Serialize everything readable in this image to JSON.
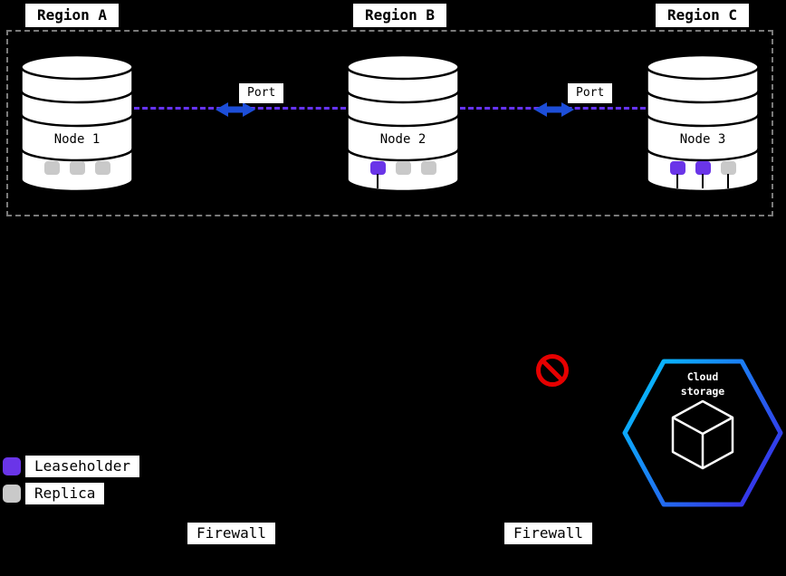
{
  "colors": {
    "background": "#000000",
    "leaseholder": "#6a35e8",
    "replica": "#c9c9c9",
    "link": "#6633ff",
    "arrow": "#1d4ed8",
    "prohibition": "#e60000",
    "boundary": "#7a7a7a",
    "hex_gradient_start": "#00ccff",
    "hex_gradient_end": "#3633e8"
  },
  "regions": [
    {
      "label": "Region A"
    },
    {
      "label": "Region B"
    },
    {
      "label": "Region C"
    }
  ],
  "nodes": [
    {
      "label": "Node 1",
      "replicas": [
        {
          "type": "replica",
          "stub": false
        },
        {
          "type": "replica",
          "stub": false
        },
        {
          "type": "replica",
          "stub": false
        }
      ]
    },
    {
      "label": "Node 2",
      "replicas": [
        {
          "type": "leaseholder",
          "stub": true
        },
        {
          "type": "replica",
          "stub": false
        },
        {
          "type": "replica",
          "stub": false
        }
      ]
    },
    {
      "label": "Node 3",
      "replicas": [
        {
          "type": "leaseholder",
          "stub": true
        },
        {
          "type": "leaseholder",
          "stub": true
        },
        {
          "type": "replica",
          "stub": true
        }
      ]
    }
  ],
  "links": [
    {
      "label": "Port"
    },
    {
      "label": "Port"
    }
  ],
  "cloud_storage": {
    "label": "Cloud storage"
  },
  "legend": {
    "items": [
      {
        "type": "leaseholder",
        "label": "Leaseholder"
      },
      {
        "type": "replica",
        "label": "Replica"
      }
    ]
  },
  "firewalls": [
    {
      "label": "Firewall"
    },
    {
      "label": "Firewall"
    }
  ]
}
